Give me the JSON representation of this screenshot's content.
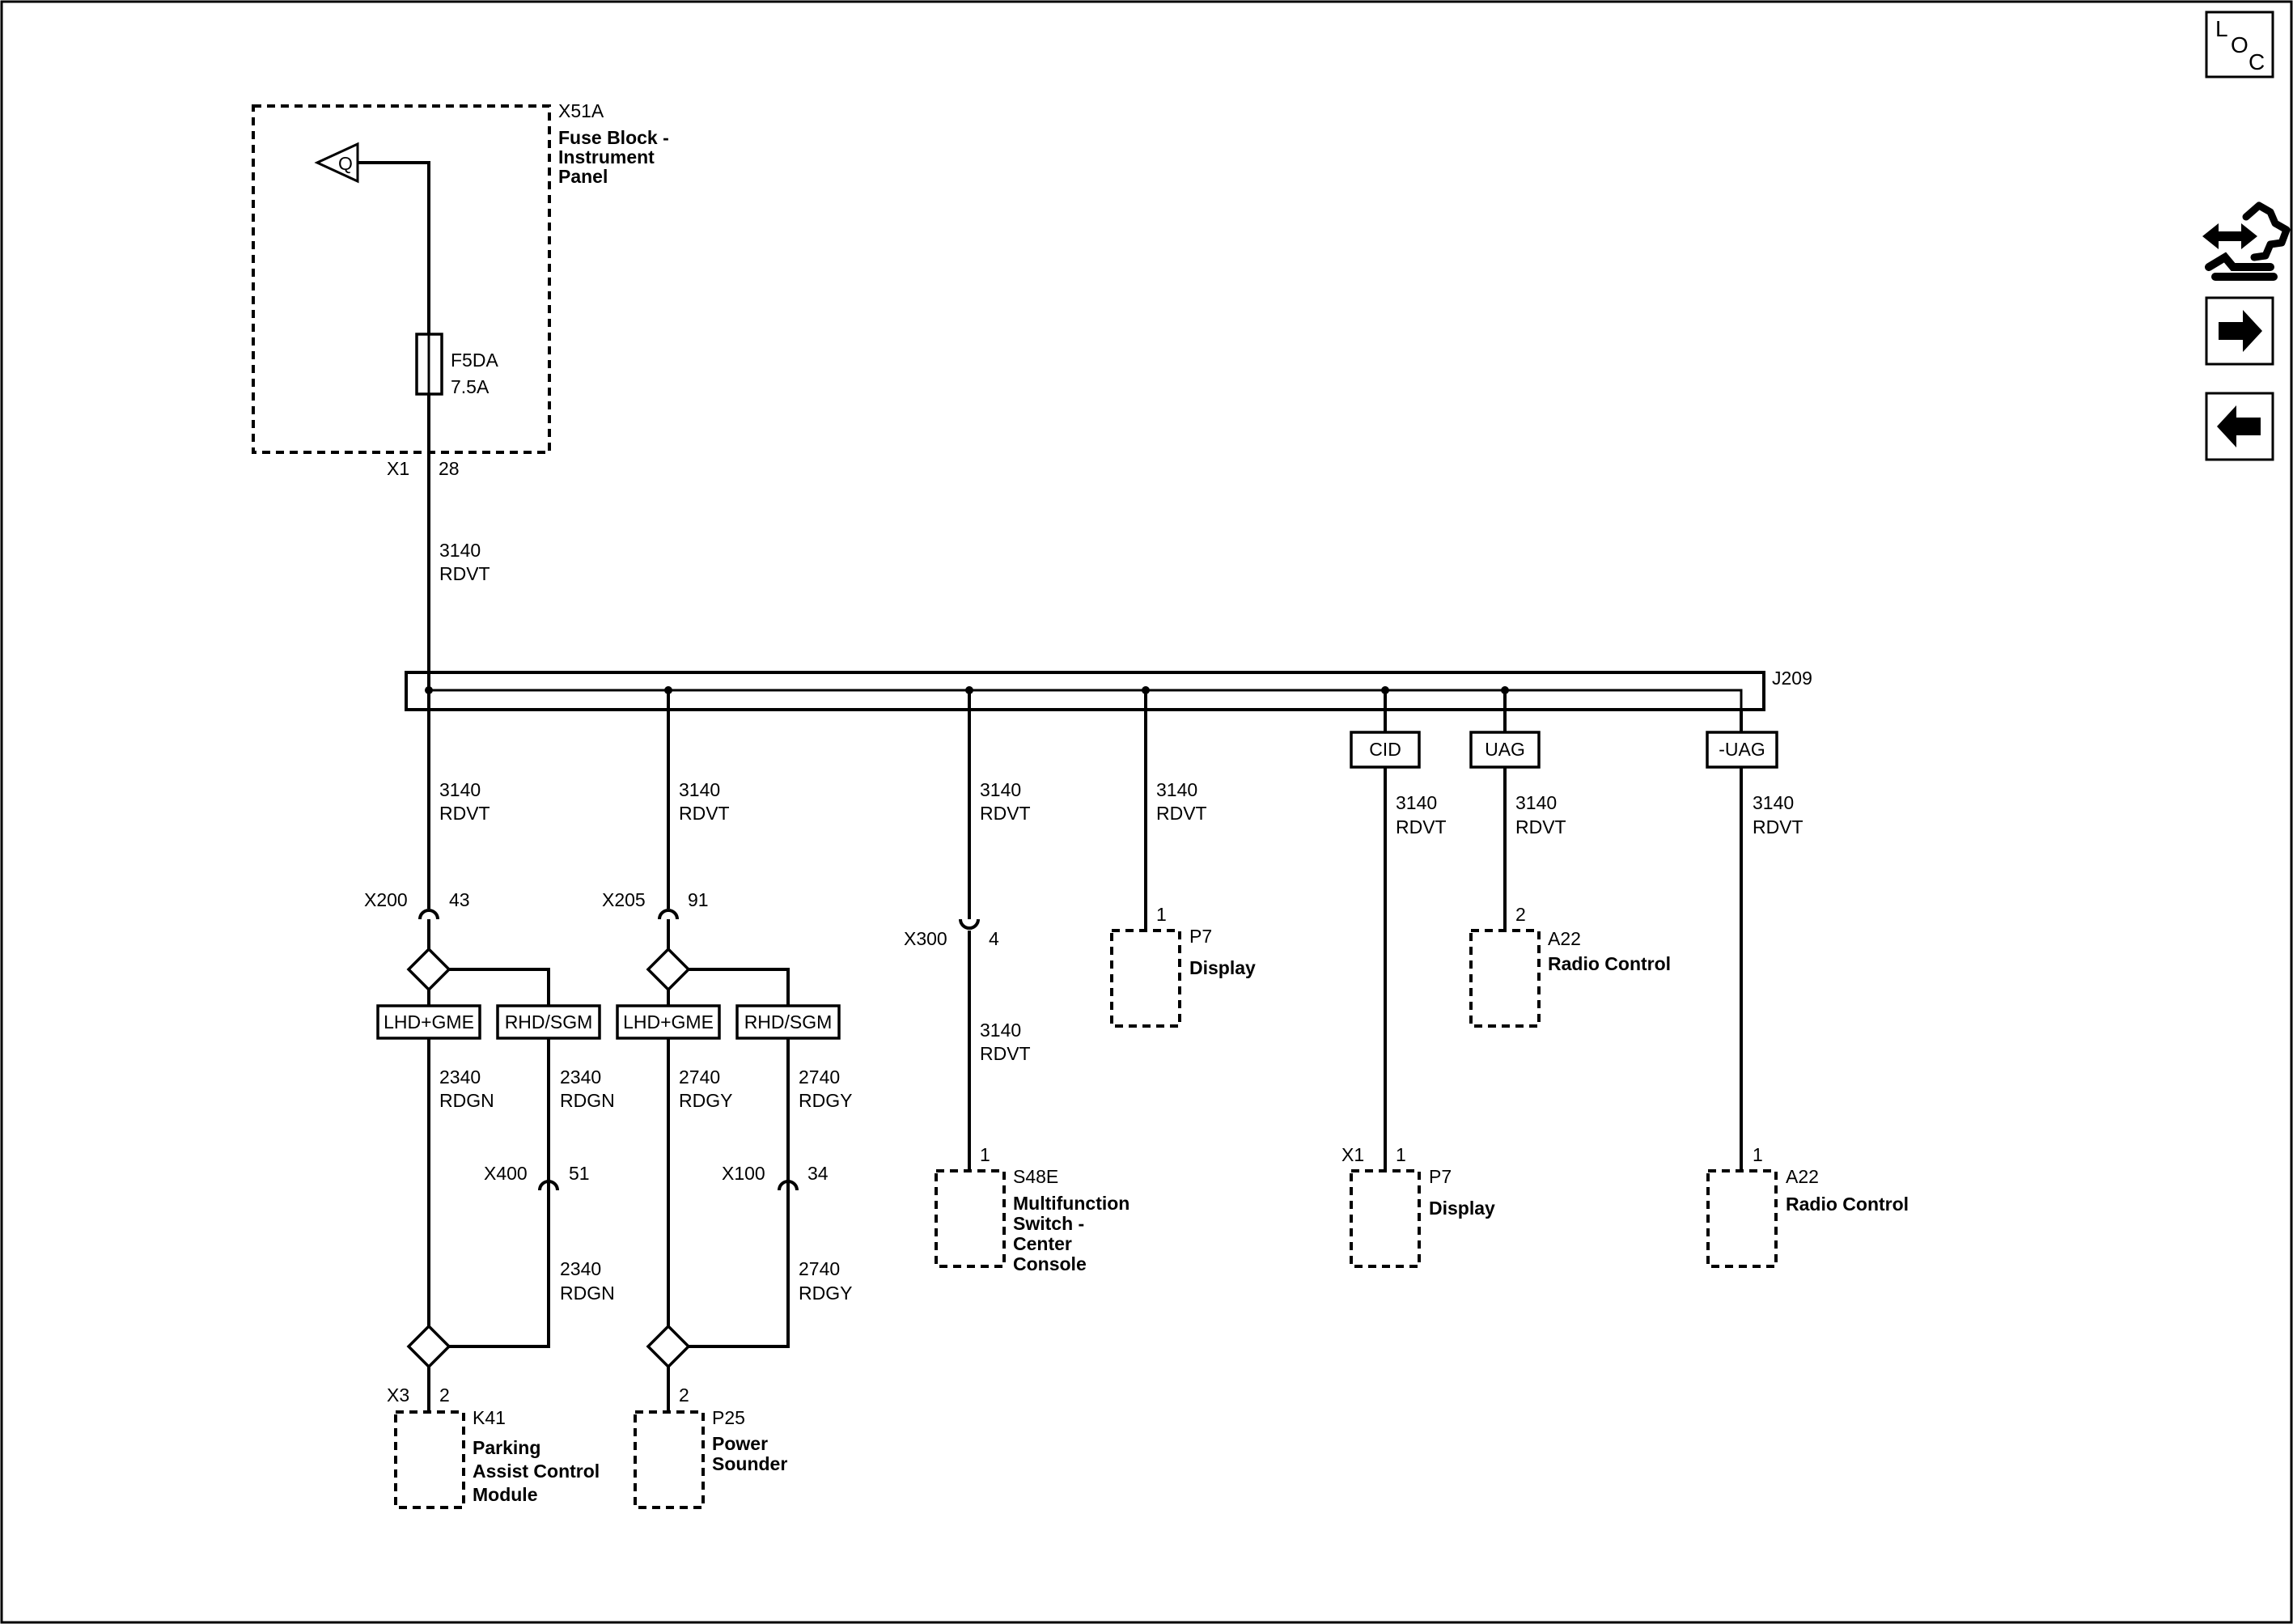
{
  "fuse_block": {
    "id": "X51A",
    "name_lines": [
      "Fuse Block -",
      "Instrument",
      "Panel"
    ],
    "terminal": "Q",
    "fuse_id": "F5DA",
    "fuse_rating": "7.5A",
    "connector": "X1",
    "pin": "28"
  },
  "wire_main": {
    "circuit": "3140",
    "color": "RDVT"
  },
  "splice": "J209",
  "option_tags": {
    "cid": "CID",
    "uag": "UAG",
    "not_uag": "-UAG",
    "lhd_gme": "LHD+GME",
    "rhd_sgm": "RHD/SGM"
  },
  "wires": {
    "c2340": "2340",
    "rdgn": "RDGN",
    "c2740": "2740",
    "rdgy": "RDGY"
  },
  "branch_parking": {
    "inline_conn": "X200",
    "inline_pin": "43",
    "alt_conn": "X400",
    "alt_pin": "51",
    "comp_conn": "X3",
    "comp_pin": "2",
    "comp_id": "K41",
    "comp_name_lines": [
      "Parking",
      "Assist Control",
      "Module"
    ]
  },
  "branch_sounder": {
    "inline_conn": "X205",
    "inline_pin": "91",
    "alt_conn": "X100",
    "alt_pin": "34",
    "comp_pin": "2",
    "comp_id": "P25",
    "comp_name_lines": [
      "Power",
      "Sounder"
    ]
  },
  "branch_switch": {
    "inline_conn": "X300",
    "inline_pin": "4",
    "comp_pin": "1",
    "comp_id": "S48E",
    "comp_name_lines": [
      "Multifunction",
      "Switch -",
      "Center",
      "Console"
    ]
  },
  "branch_display_top": {
    "comp_pin": "1",
    "comp_id": "P7",
    "comp_name": "Display"
  },
  "branch_display_cid": {
    "comp_conn": "X1",
    "comp_pin": "1",
    "comp_id": "P7",
    "comp_name": "Display"
  },
  "branch_radio_uag": {
    "comp_pin": "2",
    "comp_id": "A22",
    "comp_name": "Radio Control"
  },
  "branch_radio_notuag": {
    "comp_pin": "1",
    "comp_id": "A22",
    "comp_name": "Radio Control"
  },
  "nav": {
    "loc_l": "L",
    "loc_o": "O",
    "loc_c": "C",
    "loc_icon": "loc-icon",
    "connector_icon": "connector-harness-icon",
    "next_icon": "arrow-right-icon",
    "prev_icon": "arrow-left-icon"
  }
}
